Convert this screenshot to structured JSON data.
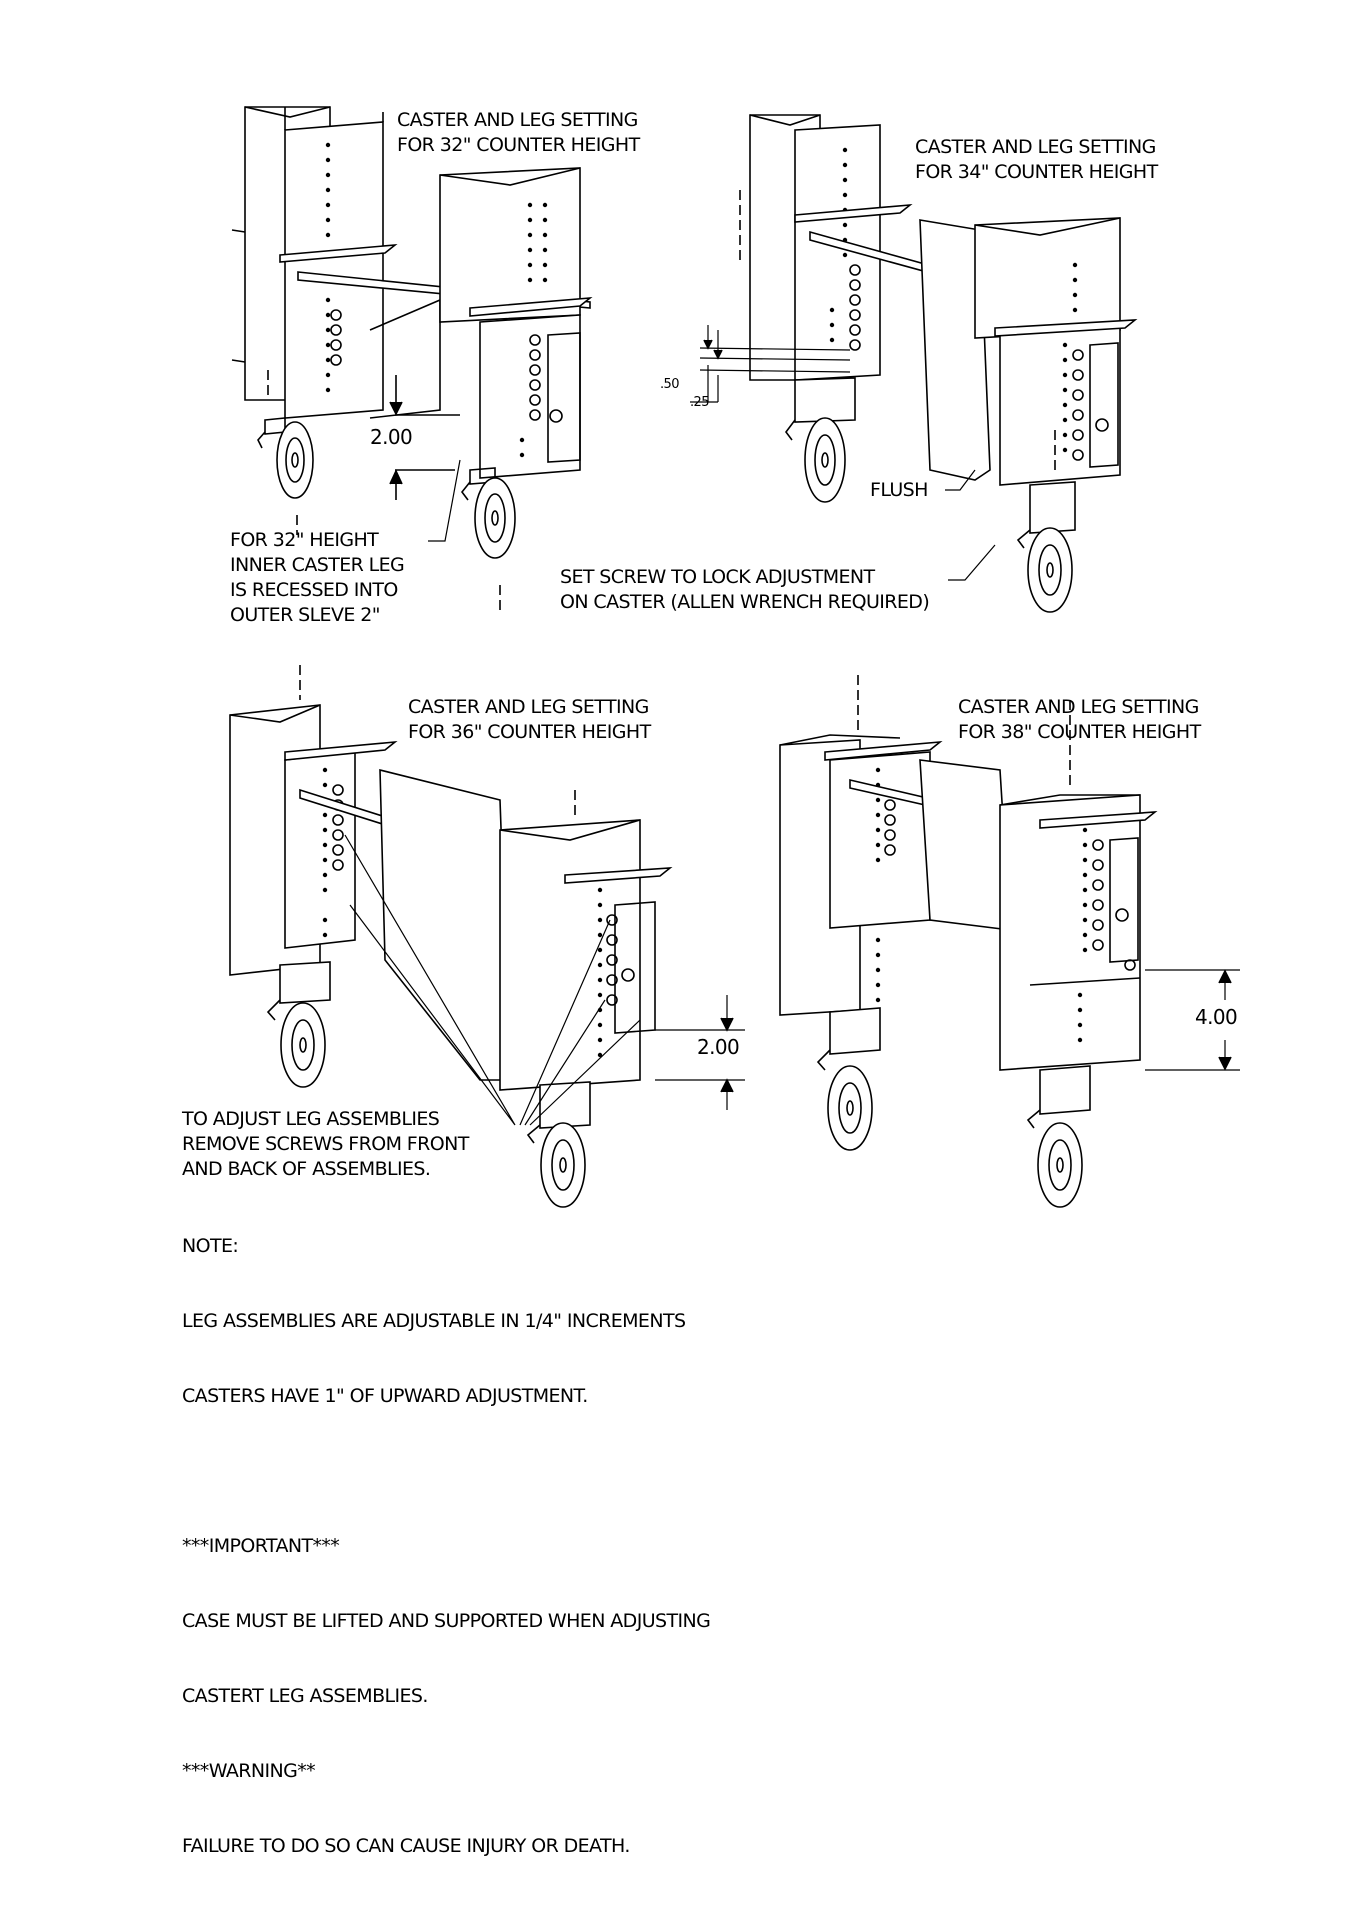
{
  "page": {
    "background": "#ffffff",
    "ink": "#000000"
  },
  "views": [
    {
      "title_lines": [
        "CASTER AND LEG SETTING",
        "FOR 32\" COUNTER HEIGHT"
      ]
    },
    {
      "title_lines": [
        "CASTER AND LEG SETTING",
        "FOR 34\" COUNTER HEIGHT"
      ]
    },
    {
      "title_lines": [
        "CASTER AND LEG SETTING",
        "FOR 36\" COUNTER HEIGHT"
      ]
    },
    {
      "title_lines": [
        "CASTER AND LEG SETTING",
        "FOR 38\" COUNTER HEIGHT"
      ]
    }
  ],
  "dimensions": {
    "v32_gap": "2.00",
    "v34_offset_a": ".50",
    "v34_offset_b": ".25",
    "v36_gap": "2.00",
    "v38_gap": "4.00"
  },
  "callouts": {
    "recess_note": [
      "FOR 32\" HEIGHT",
      "INNER CASTER LEG",
      "IS RECESSED INTO",
      "OUTER SLEVE 2\""
    ],
    "flush": "FLUSH",
    "set_screw": [
      "SET SCREW TO LOCK ADJUSTMENT",
      "ON CASTER (ALLEN WRENCH REQUIRED)"
    ],
    "adjust_legs": [
      "TO ADJUST LEG ASSEMBLIES",
      "REMOVE SCREWS FROM FRONT",
      "AND BACK OF ASSEMBLIES."
    ]
  },
  "notes": [
    "NOTE:",
    "LEG ASSEMBLIES ARE ADJUSTABLE IN 1/4\" INCREMENTS",
    "CASTERS HAVE  1\" OF UPWARD ADJUSTMENT.",
    "",
    "***IMPORTANT***",
    "CASE MUST BE LIFTED AND SUPPORTED WHEN ADJUSTING",
    "CASTERT LEG ASSEMBLIES.",
    "***WARNING**",
    "FAILURE TO DO SO CAN CAUSE INJURY OR DEATH."
  ]
}
